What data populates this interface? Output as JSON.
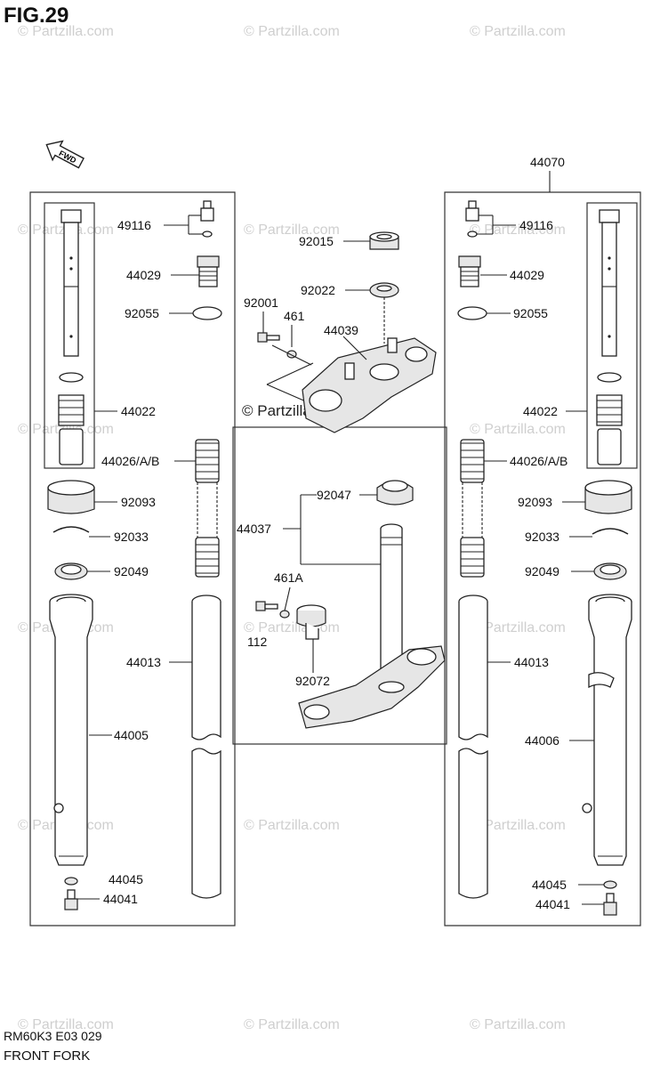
{
  "figure": {
    "title": "FIG.29",
    "code": "RM60K3 E03 029",
    "name": "FRONT FORK"
  },
  "watermark": "© Partzilla.com",
  "center_watermark": "© Partzilla.com",
  "fwd_label": "FWD",
  "labels": {
    "p44070": "44070",
    "p49116_l": "49116",
    "p49116_r": "49116",
    "p44029_l": "44029",
    "p44029_r": "44029",
    "p92055_l": "92055",
    "p92055_r": "92055",
    "p44022_l": "44022",
    "p44022_r": "44022",
    "p44026_l": "44026/A/B",
    "p44026_r": "44026/A/B",
    "p92093_l": "92093",
    "p92093_r": "92093",
    "p92033_l": "92033",
    "p92033_r": "92033",
    "p92049_l": "92049",
    "p92049_r": "92049",
    "p44013_l": "44013",
    "p44013_r": "44013",
    "p44005": "44005",
    "p44006": "44006",
    "p44045_l": "44045",
    "p44045_r": "44045",
    "p44041_l": "44041",
    "p44041_r": "44041",
    "p92015": "92015",
    "p92022": "92022",
    "p92001": "92001",
    "p461": "461",
    "p44039": "44039",
    "p92047": "92047",
    "p44037": "44037",
    "p461A": "461A",
    "p112": "112",
    "p92072": "92072"
  }
}
